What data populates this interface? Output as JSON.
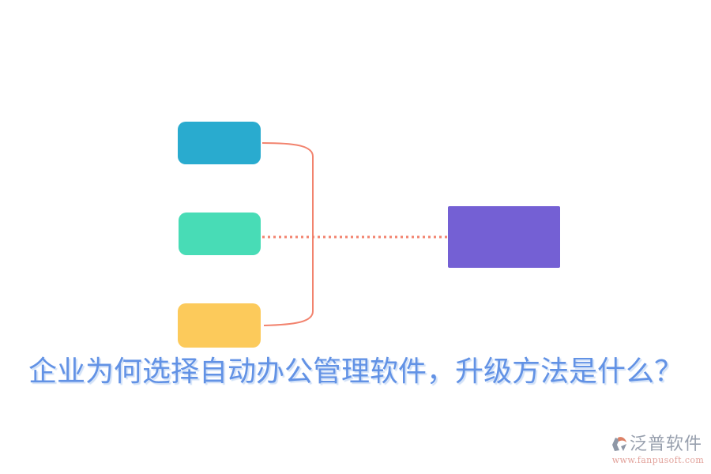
{
  "title": {
    "text": "企业为何选择自动办公管理软件，升级方法是什么？",
    "color": "#6292E5"
  },
  "diagram": {
    "connector_color": "#F2836E",
    "boxes": [
      {
        "id": "topic-top",
        "color": "#29ABCF"
      },
      {
        "id": "topic-middle",
        "color": "#48DCB6"
      },
      {
        "id": "topic-bottom",
        "color": "#FCCA5B"
      },
      {
        "id": "summary",
        "color": "#7460D4"
      }
    ]
  },
  "footer": {
    "brand_name": "泛普软件",
    "brand_name_color": "#98A0AE",
    "brand_url": "www.fanpusoft.com",
    "brand_url_color": "#E2A29B",
    "logo_gray": "#8E97A6",
    "logo_coral": "#DD8166"
  }
}
